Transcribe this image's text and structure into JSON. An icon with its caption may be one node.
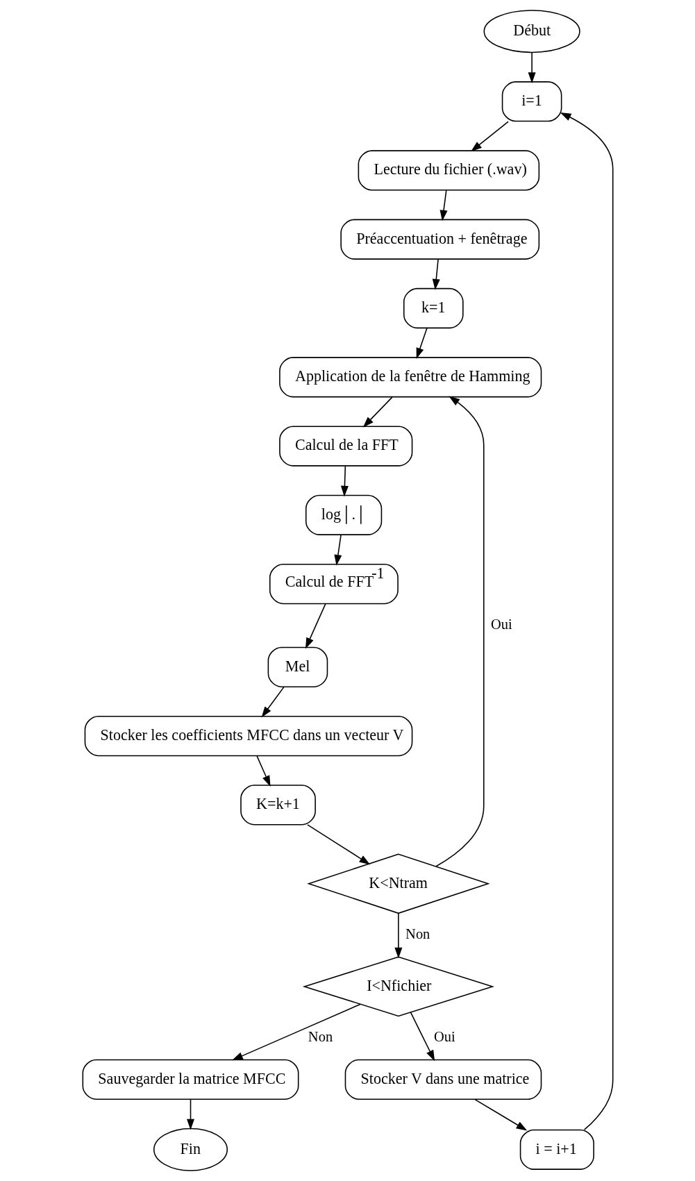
{
  "diagram": {
    "nodes": [
      {
        "text": [
          "Début"
        ]
      },
      {
        "text": [
          "i=1"
        ]
      },
      {
        "text": [
          "Lecture du fichier (.wav)"
        ]
      },
      {
        "text": [
          "Préaccentuation + fenêtrage"
        ]
      },
      {
        "text": [
          "k=1"
        ]
      },
      {
        "text": [
          "Application de la fenêtre de Hamming"
        ]
      },
      {
        "text": [
          "Calcul de la FFT"
        ]
      },
      {
        "text": [
          "log│.│"
        ]
      },
      {
        "text": [
          "Calcul de FFT$^{-1}$"
        ]
      },
      {
        "text": [
          "Mel"
        ]
      },
      {
        "text": [
          "Stocker les coefficients MFCC dans un vecteur V"
        ]
      },
      {
        "text": [
          "K=k+1"
        ]
      },
      {
        "text": [
          "K<Ntram"
        ]
      },
      {
        "text": [
          "I<Nfichier"
        ]
      },
      {
        "text": [
          "Sauvegarder la matrice MFCC"
        ]
      },
      {
        "text": [
          "Fin"
        ]
      },
      {
        "text": [
          "Stocker V dans une matrice"
        ]
      },
      {
        "text": [
          "i = i+1"
        ]
      }
    ],
    "edges": [
      {
        "from": 0,
        "to": 1,
        "arrow": "to"
      },
      {
        "from": 1,
        "to": 2,
        "arrow": "to"
      },
      {
        "from": 2,
        "to": 3,
        "arrow": "to"
      },
      {
        "from": 3,
        "to": 4,
        "arrow": "to"
      },
      {
        "from": 4,
        "to": 5,
        "arrow": "to"
      },
      {
        "from": 5,
        "to": 6,
        "arrow": "to"
      },
      {
        "from": 6,
        "to": 7,
        "arrow": "to"
      },
      {
        "from": 7,
        "to": 8,
        "arrow": "to"
      },
      {
        "from": 8,
        "to": 9,
        "arrow": "to"
      },
      {
        "from": 9,
        "to": 10,
        "arrow": "to"
      },
      {
        "from": 10,
        "to": 11,
        "arrow": "to"
      },
      {
        "from": 11,
        "to": 12,
        "arrow": "to"
      },
      {
        "from": 12,
        "to": 5,
        "label": "Oui",
        "arrow": "to"
      },
      {
        "from": 12,
        "to": 13,
        "label": "Non",
        "arrow": "to"
      },
      {
        "from": 13,
        "to": 14,
        "label": "Non",
        "arrow": "to"
      },
      {
        "from": 14,
        "to": 15,
        "arrow": "to"
      },
      {
        "from": 13,
        "to": 16,
        "label": "Oui",
        "arrow": "to"
      },
      {
        "from": 16,
        "to": 17,
        "arrow": "to"
      },
      {
        "from": 17,
        "to": 1,
        "arrow": "to"
      }
    ]
  }
}
